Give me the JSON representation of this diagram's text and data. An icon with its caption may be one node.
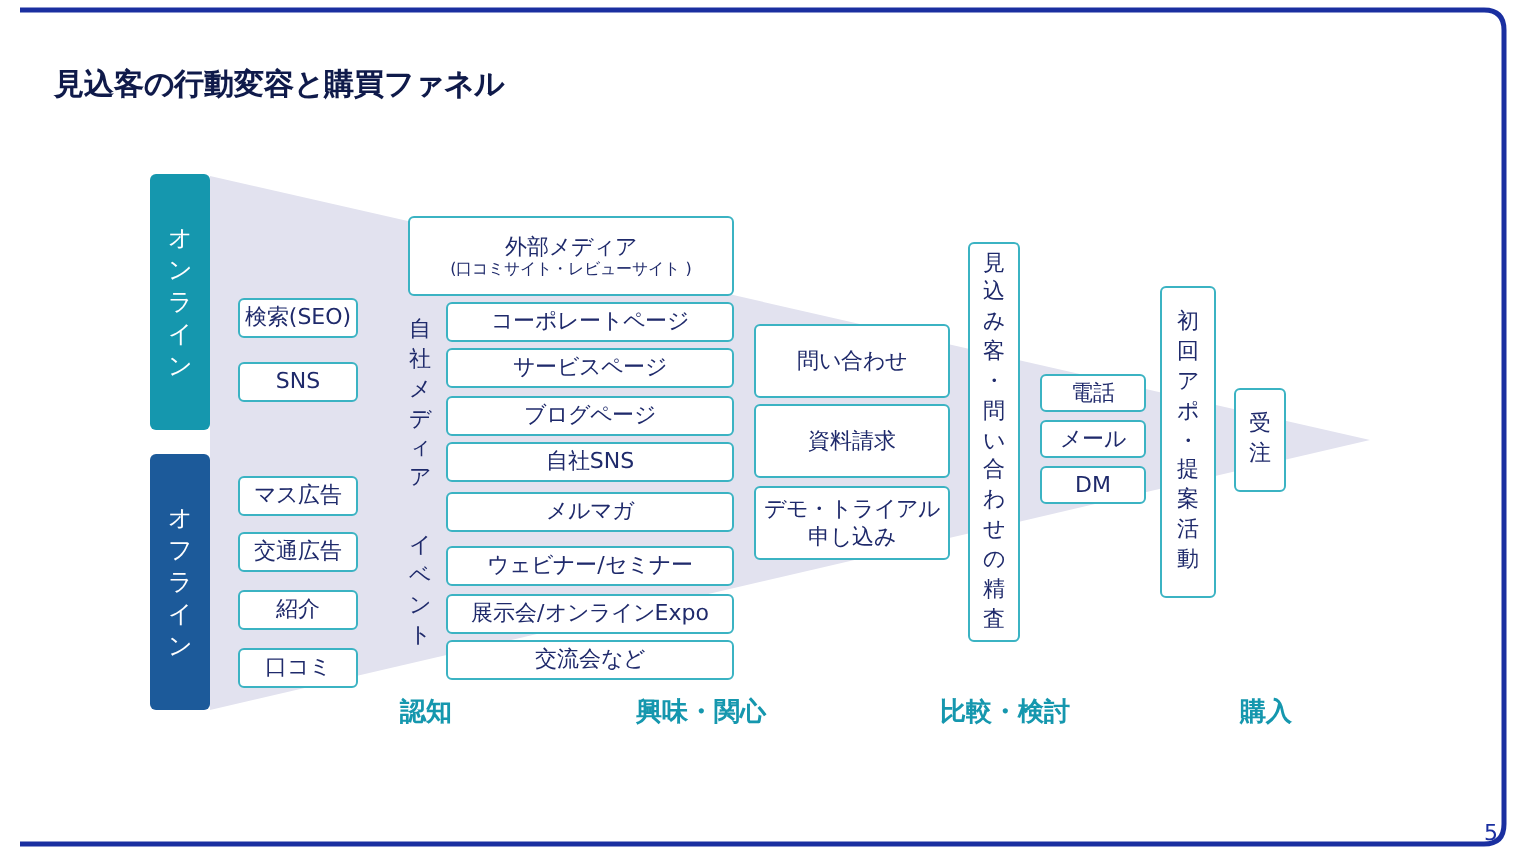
{
  "diagram": {
    "title": "見込客の行動変容と購買ファネル",
    "nodes": [
      {
        "text": [
          "オンライン"
        ]
      },
      {
        "text": [
          "オフライン"
        ]
      },
      {
        "text": [
          "検索(SEO)"
        ]
      },
      {
        "text": [
          "SNS"
        ]
      },
      {
        "text": [
          "マス広告"
        ]
      },
      {
        "text": [
          "交通広告"
        ]
      },
      {
        "text": [
          "紹介"
        ]
      },
      {
        "text": [
          "口コミ"
        ]
      },
      {
        "text": [
          "外部メディア",
          "(口コミサイト・レビューサイト )"
        ]
      },
      {
        "text": [
          "コーポレートページ"
        ]
      },
      {
        "text": [
          "サービスページ"
        ]
      },
      {
        "text": [
          "ブログページ"
        ]
      },
      {
        "text": [
          "自社SNS"
        ]
      },
      {
        "text": [
          "メルマガ"
        ]
      },
      {
        "text": [
          "ウェビナー/セミナー"
        ]
      },
      {
        "text": [
          "展示会/オンラインExpo"
        ]
      },
      {
        "text": [
          "交流会など"
        ]
      },
      {
        "text": [
          "問い合わせ"
        ]
      },
      {
        "text": [
          "資料請求"
        ]
      },
      {
        "text": [
          "デモ・トライアル申し込み"
        ]
      },
      {
        "text": [
          "見込み客・問い合わせの精査"
        ]
      },
      {
        "text": [
          "電話"
        ]
      },
      {
        "text": [
          "メール"
        ]
      },
      {
        "text": [
          "DM"
        ]
      },
      {
        "text": [
          "初回アポ・提案活動"
        ]
      },
      {
        "text": [
          "受注"
        ]
      }
    ],
    "labels": [
      "自社メディア",
      "イベント",
      "認知",
      "興味・関心",
      "比較・検討",
      "購入",
      "5"
    ]
  }
}
